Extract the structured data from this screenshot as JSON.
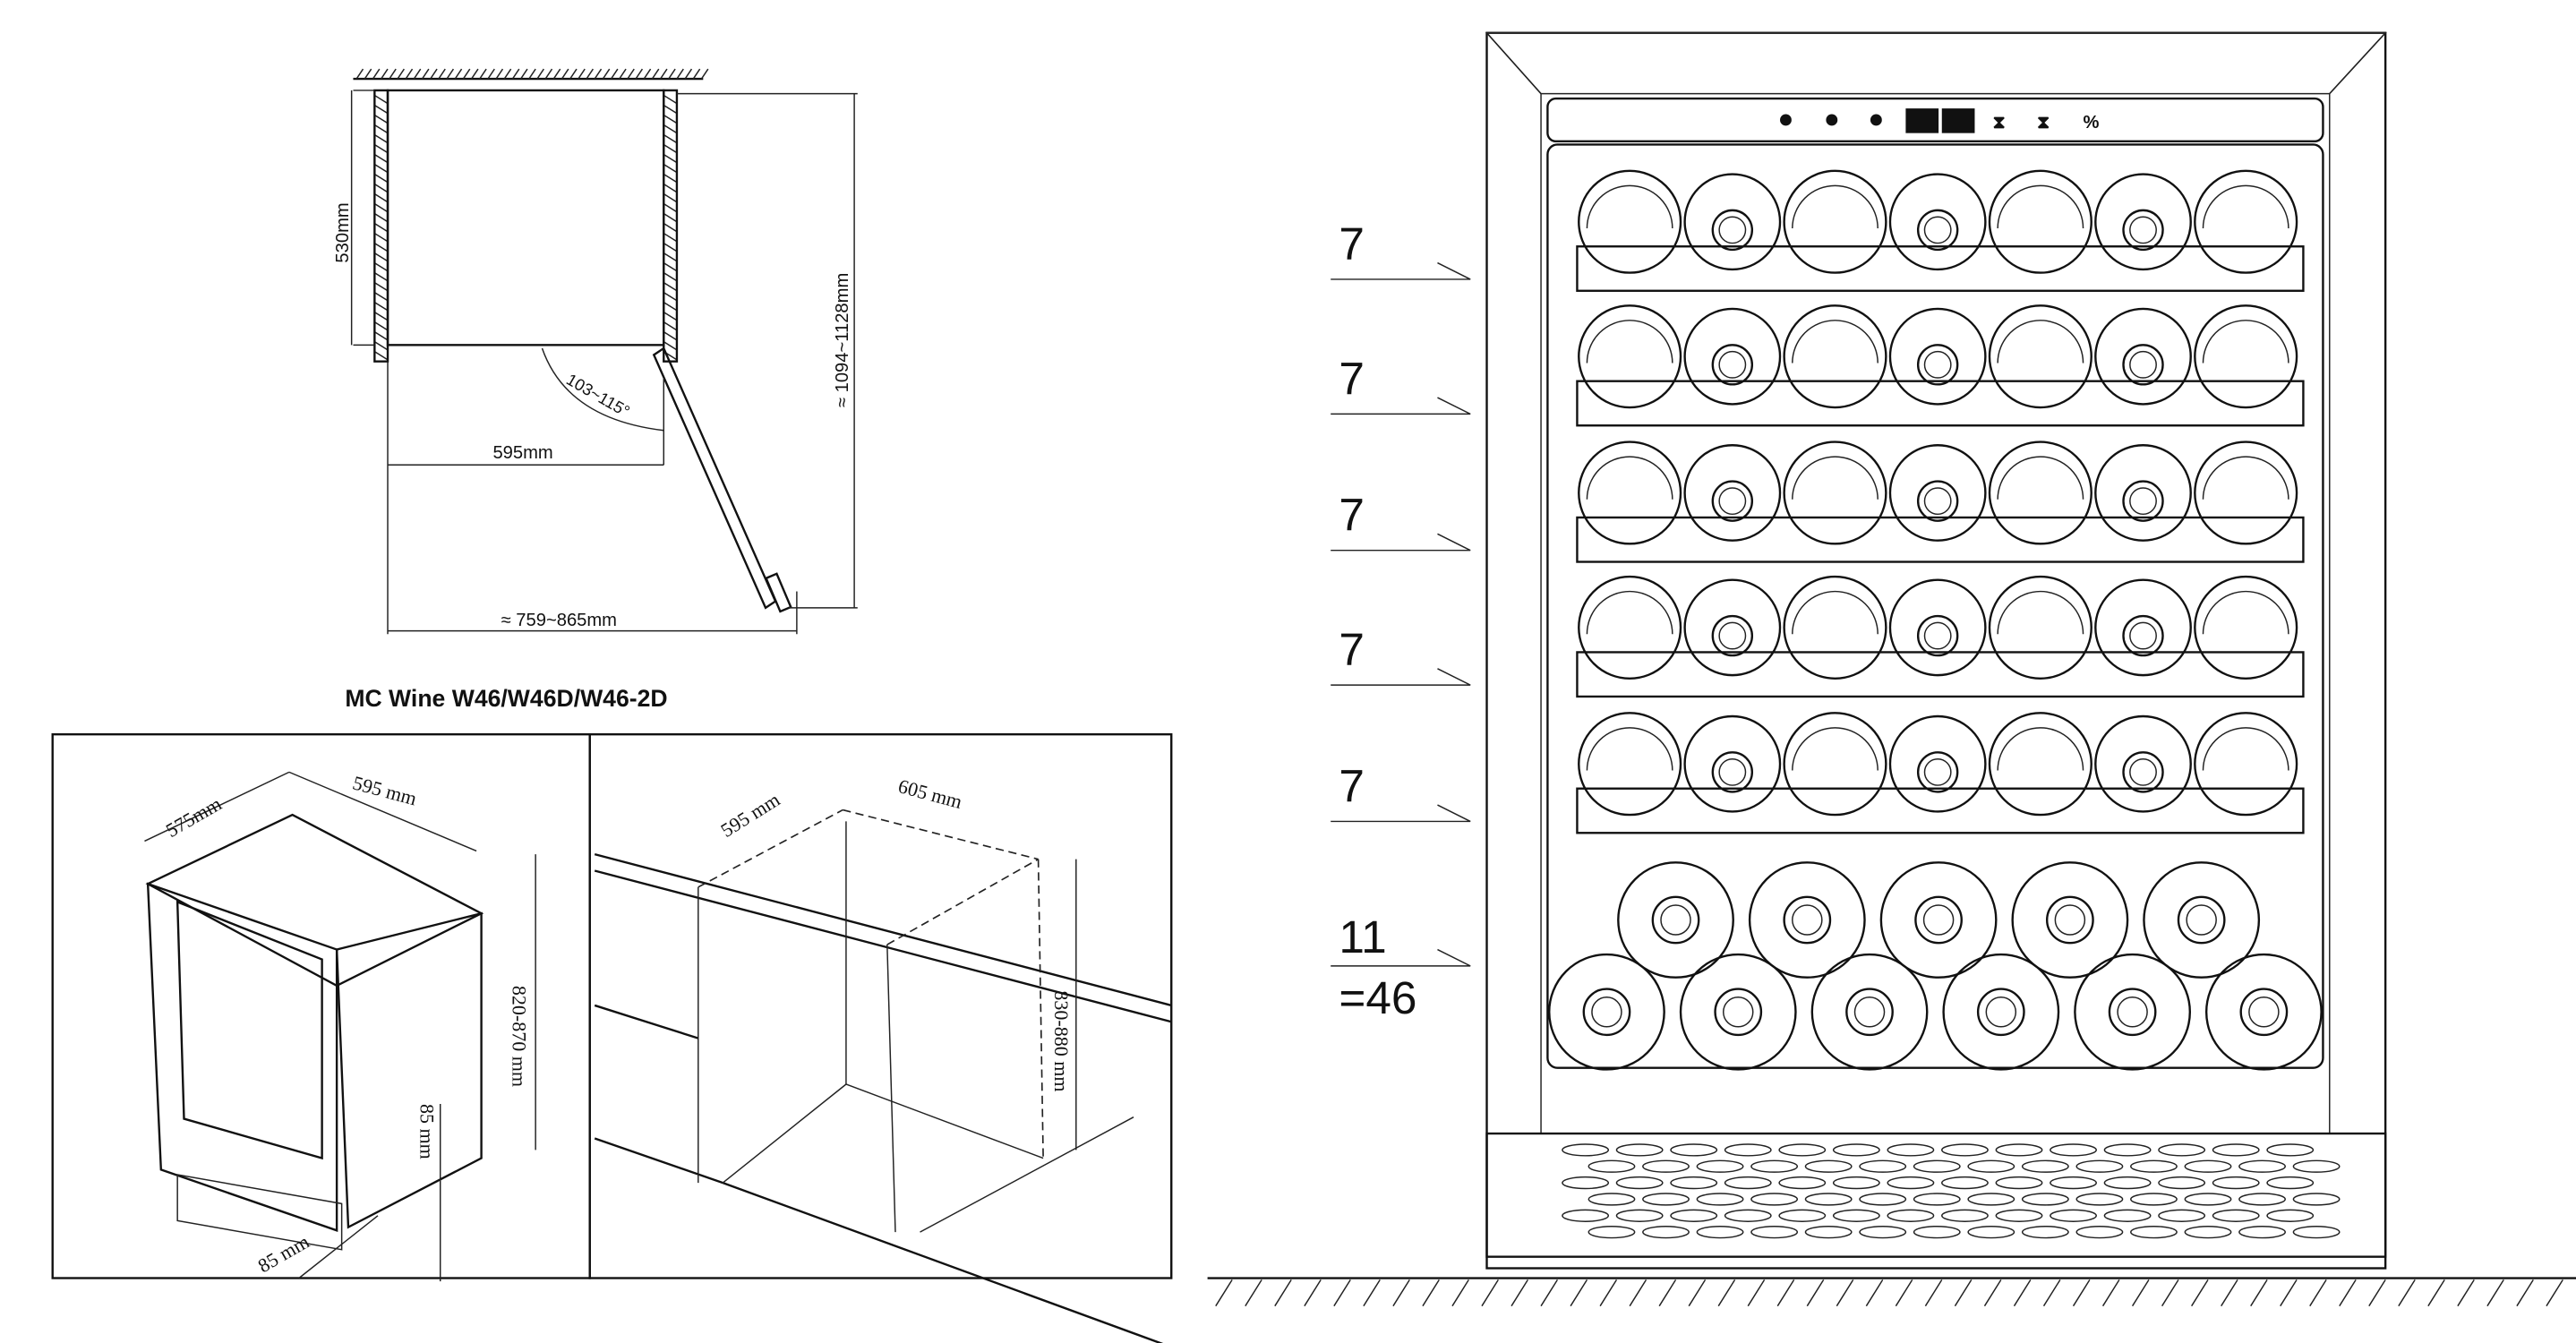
{
  "plan_view": {
    "depth_label": "530mm",
    "width_label": "595mm",
    "door_angle_label": "103~115°",
    "open_width_label": "≈ 759~865mm",
    "open_depth_label": "≈ 1094~1128mm"
  },
  "title": "MC Wine W46/W46D/W46-2D",
  "appliance_panel": {
    "depth_label": "575mm",
    "width_label": "595 mm",
    "height_label": "820-870 mm",
    "plinth_height_label": "85 mm",
    "plinth_depth_label": "85 mm"
  },
  "niche_panel": {
    "width_label": "595 mm",
    "depth_label": "605 mm",
    "height_label": "830-880 mm"
  },
  "front_view": {
    "control_icons": [
      "light-icon",
      "power-icon",
      "fan-icon",
      "temperature-display",
      "temperature-display",
      "temp-up-icon",
      "temp-down-icon",
      "percent-icon"
    ],
    "shelves": [
      {
        "count_label": "7",
        "bottles": 7
      },
      {
        "count_label": "7",
        "bottles": 7
      },
      {
        "count_label": "7",
        "bottles": 7
      },
      {
        "count_label": "7",
        "bottles": 7
      },
      {
        "count_label": "7",
        "bottles": 7
      }
    ],
    "bottom": {
      "count_label": "11",
      "bottles_rows": [
        5,
        6
      ]
    },
    "total_label": "=46"
  }
}
